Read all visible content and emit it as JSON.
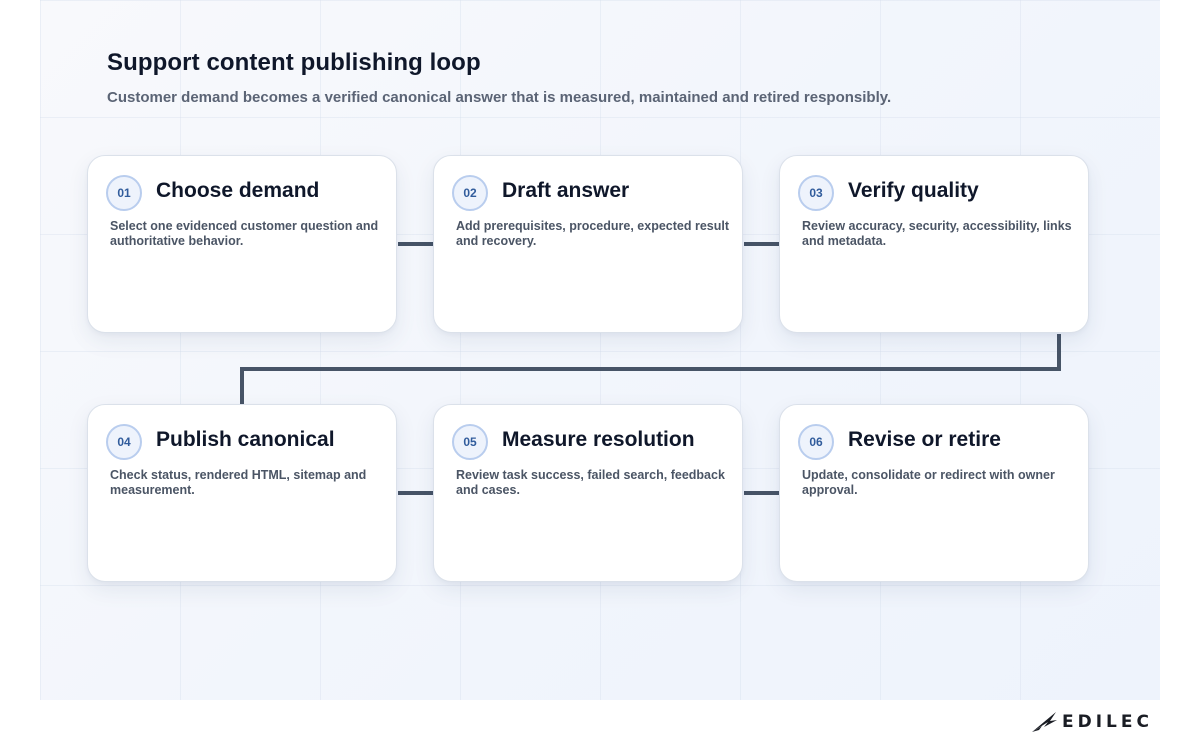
{
  "title": "Support content publishing loop",
  "subtitle": "Customer demand becomes a verified canonical answer that is measured, maintained and retired responsibly.",
  "steps": [
    {
      "number": "01",
      "title": "Choose demand",
      "description": "Select one evidenced customer question and authoritative behavior."
    },
    {
      "number": "02",
      "title": "Draft answer",
      "description": "Add prerequisites, procedure, expected result and recovery."
    },
    {
      "number": "03",
      "title": "Verify quality",
      "description": "Review accuracy, security, accessibility, links and metadata."
    },
    {
      "number": "04",
      "title": "Publish canonical",
      "description": "Check status, rendered HTML, sitemap and measurement."
    },
    {
      "number": "05",
      "title": "Measure resolution",
      "description": "Review task success, failed search, feedback and cases."
    },
    {
      "number": "06",
      "title": "Revise or retire",
      "description": "Update, consolidate or redirect with owner approval."
    }
  ],
  "brand": {
    "name": "EDILEC",
    "logo_icon": "edilec-logo-icon"
  },
  "colors": {
    "connector": "#475467",
    "badge_border": "#b9cdee",
    "badge_text": "#315c9c"
  }
}
